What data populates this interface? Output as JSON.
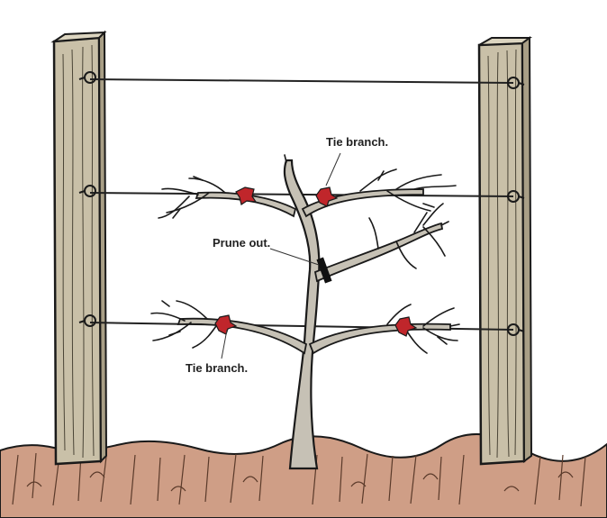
{
  "diagram": {
    "labels": {
      "tie_branch_upper": "Tie branch.",
      "prune_out": "Prune out.",
      "tie_branch_lower": "Tie branch."
    },
    "colors": {
      "post": "#c9c0a8",
      "post_shade": "#a99f86",
      "trunk": "#c6c1b5",
      "tie": "#c0262b",
      "wire": "#222222",
      "soil": "#cf9e86",
      "outline": "#1a1a1a"
    }
  }
}
